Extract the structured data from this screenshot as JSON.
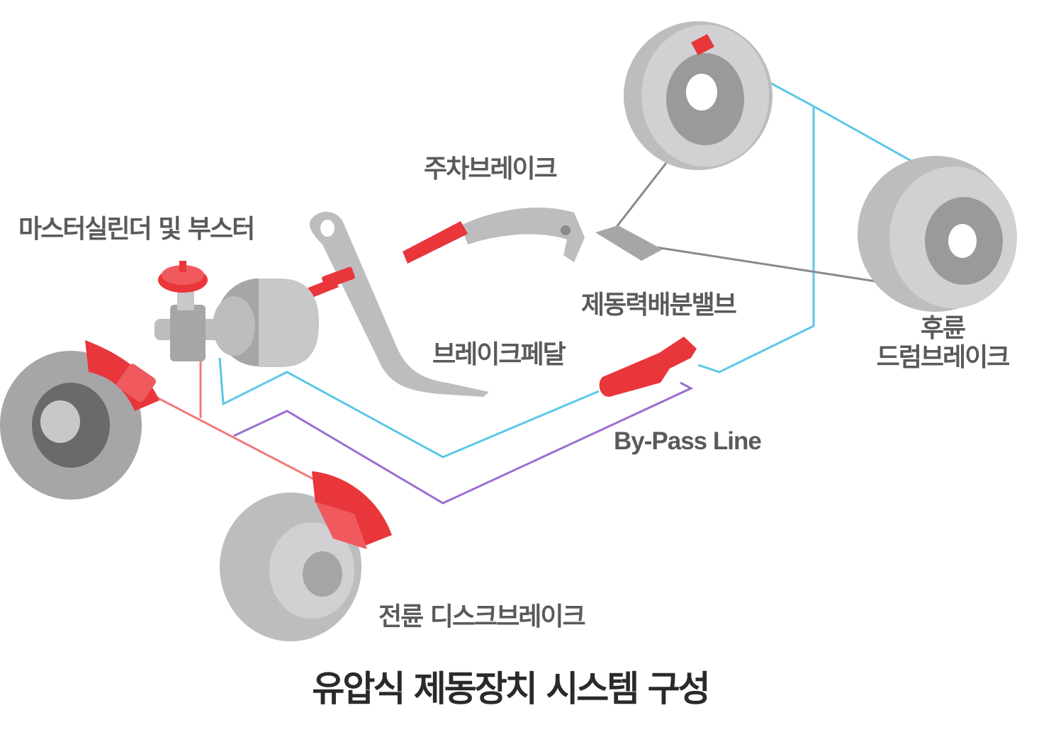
{
  "title": "유압식 제동장치 시스템 구성",
  "labels": {
    "master_cylinder": "마스터실린더 및 부스터",
    "parking_brake": "주차브레이크",
    "proportioning_valve": "제동력배분밸브",
    "brake_pedal": "브레이크페달",
    "rear_line1": "후륜",
    "rear_line2": "드럼브레이크",
    "bypass_line": "By-Pass Line",
    "front_disc": "전륜 디스크브레이크"
  },
  "colors": {
    "red": "#e8363b",
    "gray_light": "#c8c8ca",
    "gray_mid": "#a6a6a8",
    "gray_dark": "#8a8a8c",
    "line_cyan": "#5bc8e6",
    "line_purple": "#9a6fd0",
    "line_red": "#f07a7a",
    "line_gray": "#8a8a8c"
  }
}
